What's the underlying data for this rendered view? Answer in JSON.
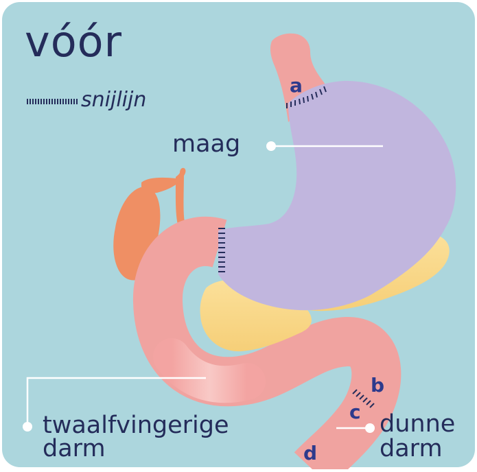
{
  "title": "vóór",
  "cut_line_label": "snijlijn",
  "labels": {
    "stomach": "maag",
    "duodenum_line1": "twaalfvingerige",
    "duodenum_line2": "darm",
    "small_bowel_line1": "dunne",
    "small_bowel_line2": "darm"
  },
  "markers": [
    "a",
    "b",
    "c",
    "d"
  ],
  "colors": {
    "background": "#acd6dd",
    "stomach": "#c1b6de",
    "intestine": "#f0a3a0",
    "pancreas": "#f9da8d",
    "gallbladder": "#ef8f64",
    "text": "#242c5a",
    "marker": "#2d3a8c"
  }
}
